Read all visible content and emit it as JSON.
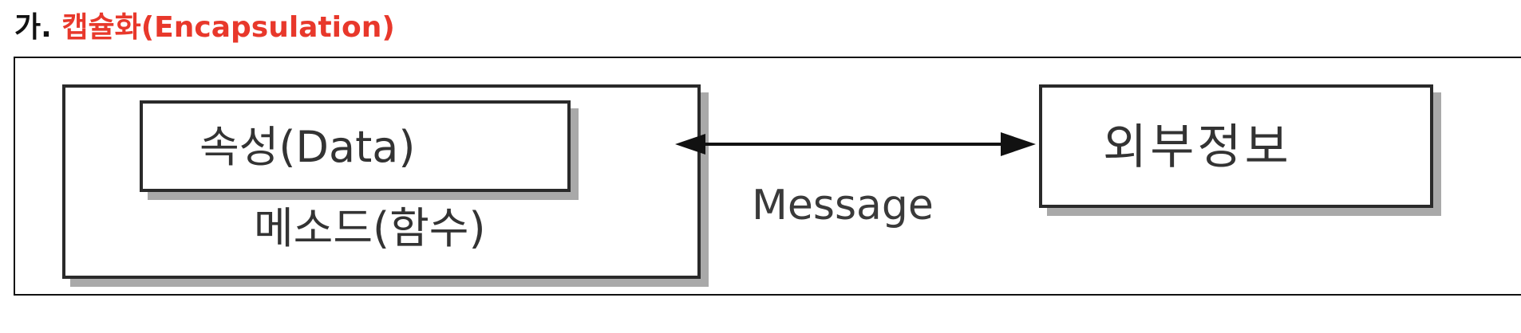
{
  "heading": {
    "prefix": "가.",
    "title": "캡슐화(Encapsulation)"
  },
  "diagram": {
    "attribute_label": "속성(Data)",
    "method_label": "메소드(함수)",
    "external_label": "외부정보",
    "message_label": "Message"
  },
  "colors": {
    "title": "#e8382b",
    "box_border": "#2a2a2a",
    "box_shadow": "#a9a9a9"
  },
  "icons": {
    "arrow": "bidirectional-arrow-icon"
  }
}
